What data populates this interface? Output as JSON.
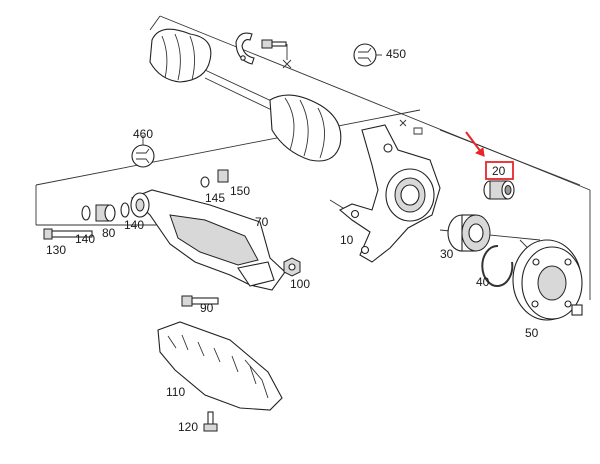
{
  "callouts": {
    "c450": "450",
    "c460": "460",
    "c150": "150",
    "c145": "145",
    "c70": "70",
    "c130": "130",
    "c140a": "140",
    "c80": "80",
    "c140b": "140",
    "c100": "100",
    "c90": "90",
    "c110": "110",
    "c120": "120",
    "c10": "10",
    "c20": "20",
    "c30": "30",
    "c40": "40",
    "c50": "50"
  },
  "highlight": {
    "target": "20",
    "box_color": "#e8262a",
    "arrow_color": "#e8262a"
  },
  "icons": [
    "wrench-symbol-icon",
    "torque-symbol-icon"
  ]
}
